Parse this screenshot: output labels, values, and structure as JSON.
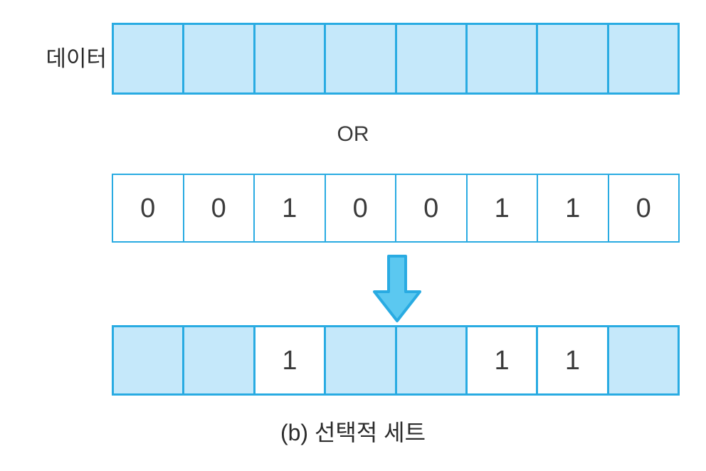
{
  "figure": {
    "caption": "(b) 선택적 세트",
    "operator": "OR",
    "arrow_icon": "arrow-down-icon",
    "colors": {
      "cell_fill": "#c5e8fa",
      "cell_border": "#29abe2",
      "cell_empty": "#ffffff",
      "arrow_fill": "#5bc8f0",
      "arrow_stroke": "#29abe2",
      "text": "#2b2b2b",
      "background": "#ffffff"
    },
    "rows": [
      {
        "name": "data",
        "label": "데이터",
        "bit_count": 8,
        "cells": [
          {
            "value": "",
            "filled": true
          },
          {
            "value": "",
            "filled": true
          },
          {
            "value": "",
            "filled": true
          },
          {
            "value": "",
            "filled": true
          },
          {
            "value": "",
            "filled": true
          },
          {
            "value": "",
            "filled": true
          },
          {
            "value": "",
            "filled": true
          },
          {
            "value": "",
            "filled": true
          }
        ]
      },
      {
        "name": "mask",
        "label": "",
        "bit_count": 8,
        "cells": [
          {
            "value": "0",
            "filled": false
          },
          {
            "value": "0",
            "filled": false
          },
          {
            "value": "1",
            "filled": false
          },
          {
            "value": "0",
            "filled": false
          },
          {
            "value": "0",
            "filled": false
          },
          {
            "value": "1",
            "filled": false
          },
          {
            "value": "1",
            "filled": false
          },
          {
            "value": "0",
            "filled": false
          }
        ]
      },
      {
        "name": "result",
        "label": "",
        "bit_count": 8,
        "cells": [
          {
            "value": "",
            "filled": true
          },
          {
            "value": "",
            "filled": true
          },
          {
            "value": "1",
            "filled": false
          },
          {
            "value": "",
            "filled": true
          },
          {
            "value": "",
            "filled": true
          },
          {
            "value": "1",
            "filled": false
          },
          {
            "value": "1",
            "filled": false
          },
          {
            "value": "",
            "filled": true
          }
        ]
      }
    ]
  }
}
